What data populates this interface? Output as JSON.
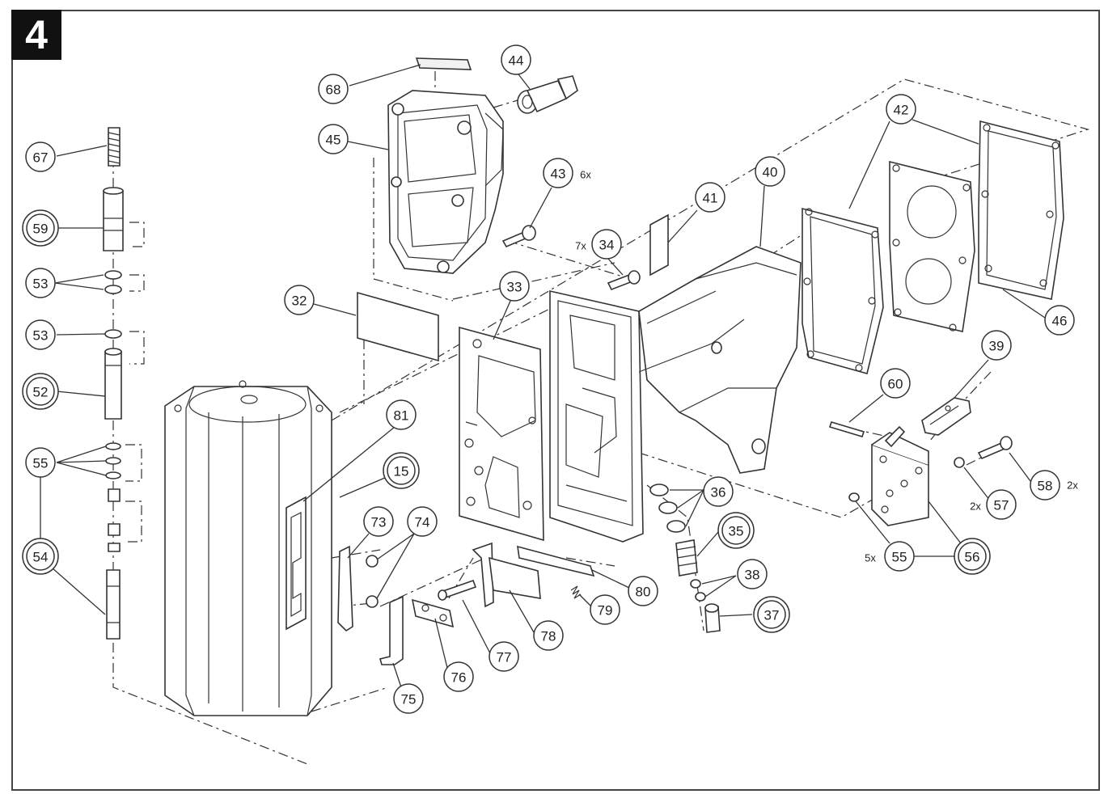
{
  "figure": {
    "number": "4"
  },
  "callouts": [
    {
      "id": "68",
      "label": "68",
      "double": false
    },
    {
      "id": "45",
      "label": "45",
      "double": false
    },
    {
      "id": "44",
      "label": "44",
      "double": false
    },
    {
      "id": "43",
      "label": "43",
      "double": false,
      "qty": "6x"
    },
    {
      "id": "67",
      "label": "67",
      "double": false
    },
    {
      "id": "59",
      "label": "59",
      "double": true
    },
    {
      "id": "53a",
      "label": "53",
      "double": false
    },
    {
      "id": "53b",
      "label": "53",
      "double": false
    },
    {
      "id": "52",
      "label": "52",
      "double": true
    },
    {
      "id": "55a",
      "label": "55",
      "double": false
    },
    {
      "id": "54",
      "label": "54",
      "double": true
    },
    {
      "id": "32",
      "label": "32",
      "double": false
    },
    {
      "id": "33",
      "label": "33",
      "double": false
    },
    {
      "id": "34",
      "label": "34",
      "double": false,
      "qty": "7x"
    },
    {
      "id": "41",
      "label": "41",
      "double": false
    },
    {
      "id": "40",
      "label": "40",
      "double": false
    },
    {
      "id": "42",
      "label": "42",
      "double": false
    },
    {
      "id": "46",
      "label": "46",
      "double": false
    },
    {
      "id": "39",
      "label": "39",
      "double": false
    },
    {
      "id": "60",
      "label": "60",
      "double": false
    },
    {
      "id": "81",
      "label": "81",
      "double": false
    },
    {
      "id": "15",
      "label": "15",
      "double": true
    },
    {
      "id": "73",
      "label": "73",
      "double": false
    },
    {
      "id": "74",
      "label": "74",
      "double": false
    },
    {
      "id": "36",
      "label": "36",
      "double": false
    },
    {
      "id": "35",
      "label": "35",
      "double": true
    },
    {
      "id": "38",
      "label": "38",
      "double": false
    },
    {
      "id": "37",
      "label": "37",
      "double": true
    },
    {
      "id": "80",
      "label": "80",
      "double": false
    },
    {
      "id": "79",
      "label": "79",
      "double": false
    },
    {
      "id": "78",
      "label": "78",
      "double": false
    },
    {
      "id": "77",
      "label": "77",
      "double": false
    },
    {
      "id": "76",
      "label": "76",
      "double": false
    },
    {
      "id": "75",
      "label": "75",
      "double": false
    },
    {
      "id": "58",
      "label": "58",
      "double": false,
      "qty": "2x"
    },
    {
      "id": "57",
      "label": "57",
      "double": false,
      "qty": "2x"
    },
    {
      "id": "55b",
      "label": "55",
      "double": false,
      "qty": "5x"
    },
    {
      "id": "56",
      "label": "56",
      "double": true
    }
  ]
}
